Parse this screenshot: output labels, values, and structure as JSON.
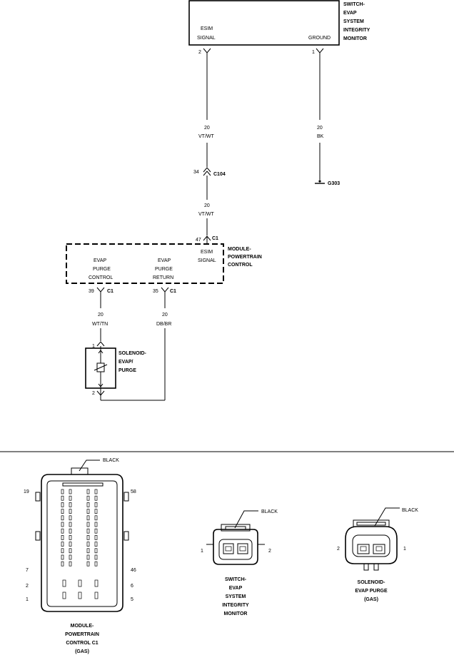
{
  "schematic": {
    "switch_monitor": {
      "name_lines": [
        "SWITCH-",
        "EVAP",
        "SYSTEM",
        "INTEGRITY",
        "MONITOR"
      ],
      "pin_esim_label_lines": [
        "ESIM",
        "SIGNAL"
      ],
      "pin_ground_label": "GROUND",
      "pin_esim_number": "2",
      "pin_ground_number": "1"
    },
    "wire_esim_upper": {
      "gauge": "20",
      "color": "VT/WT"
    },
    "wire_ground": {
      "gauge": "20",
      "color": "BK"
    },
    "ground": {
      "label": "G303"
    },
    "connector_c104": {
      "pin": "34",
      "label": "C104"
    },
    "wire_esim_lower": {
      "gauge": "20",
      "color": "VT/WT"
    },
    "pcm": {
      "name_lines": [
        "MODULE-",
        "POWERTRAIN",
        "CONTROL"
      ],
      "esim_pin": "47",
      "esim_connector": "C1",
      "esim_label_lines": [
        "ESIM",
        "SIGNAL"
      ],
      "purge_control_label_lines": [
        "EVAP",
        "PURGE",
        "CONTROL"
      ],
      "purge_return_label_lines": [
        "EVAP",
        "PURGE",
        "RETURN"
      ],
      "purge_control_pin": "39",
      "purge_control_connector": "C1",
      "purge_return_pin": "35",
      "purge_return_connector": "C1"
    },
    "wire_purge_control": {
      "gauge": "20",
      "color": "WT/TN"
    },
    "wire_purge_return": {
      "gauge": "20",
      "color": "DB/BR"
    },
    "solenoid": {
      "name_lines": [
        "SOLENOID-",
        "EVAP/",
        "PURGE"
      ],
      "pin_top": "1",
      "pin_bottom": "2"
    }
  },
  "connector_views": {
    "pcm_c1": {
      "color_label": "BLACK",
      "pin_labels": [
        "19",
        "58",
        "7",
        "46",
        "2",
        "6",
        "1",
        "5"
      ],
      "caption_lines": [
        "MODULE-",
        "POWERTRAIN",
        "CONTROL C1",
        "(GAS)"
      ]
    },
    "switch_monitor": {
      "color_label": "BLACK",
      "pin_left": "1",
      "pin_right": "2",
      "caption_lines": [
        "SWITCH-",
        "EVAP",
        "SYSTEM",
        "INTEGRITY",
        "MONITOR"
      ]
    },
    "solenoid_purge": {
      "color_label": "BLACK",
      "pin_left": "2",
      "pin_right": "1",
      "caption_lines": [
        "SOLENOID-",
        "EVAP PURGE",
        "(GAS)"
      ]
    }
  }
}
